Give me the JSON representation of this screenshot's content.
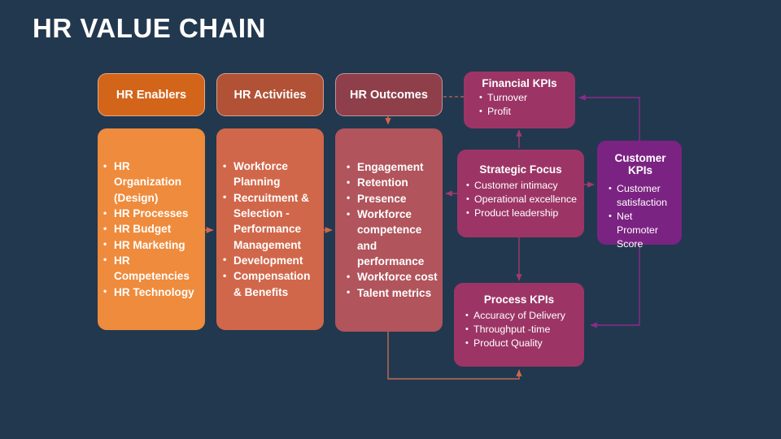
{
  "slide": {
    "title": "HR VALUE CHAIN",
    "background_color": "#22384f"
  },
  "colors": {
    "bg": "#22384f",
    "enablers_header": "#d2651a",
    "enablers_body": "#ef8b3c",
    "activities_header": "#b15236",
    "activities_body": "#d1674a",
    "outcomes_header": "#8e3f4a",
    "outcomes_body": "#b1545c",
    "kpi_magenta": "#9c3566",
    "kpi_purple": "#7b2382",
    "arrow_salmon": "#d1674a",
    "arrow_magenta": "#9c3566",
    "arrow_purple": "#8c2b8a"
  },
  "columns": [
    {
      "id": "hr-enablers",
      "header": "HR Enablers",
      "items": [
        "HR Organization (Design)",
        "HR Processes",
        "HR Budget",
        "HR Marketing",
        "HR Competencies",
        "HR Technology"
      ]
    },
    {
      "id": "hr-activities",
      "header": "HR Activities",
      "items": [
        "Workforce Planning",
        "Recruitment & Selection - Performance Management",
        "Development",
        "Compensation & Benefits"
      ]
    },
    {
      "id": "hr-outcomes",
      "header": "HR Outcomes",
      "items": [
        "Engagement",
        "Retention",
        "Presence",
        "Workforce competence and performance",
        "Workforce cost",
        "Talent metrics"
      ]
    }
  ],
  "kpi_boxes": [
    {
      "id": "financial-kpis",
      "title": "Financial KPIs",
      "items": [
        "Turnover",
        "Profit"
      ]
    },
    {
      "id": "strategic-focus",
      "title": "Strategic Focus",
      "items": [
        "Customer intimacy",
        "Operational excellence",
        "Product leadership"
      ]
    },
    {
      "id": "customer-kpis",
      "title": "Customer KPIs",
      "items": [
        "Customer satisfaction",
        "Net Promoter Score"
      ]
    },
    {
      "id": "process-kpis",
      "title": "Process KPIs",
      "items": [
        "Accuracy of Delivery",
        "Throughput -time",
        "Product Quality"
      ]
    }
  ]
}
